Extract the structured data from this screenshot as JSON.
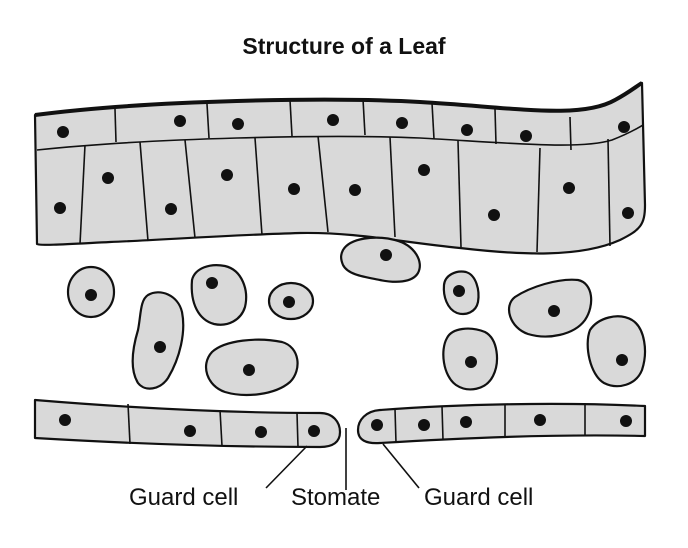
{
  "title": "Structure of a Leaf",
  "labels": {
    "guard_cell_left": "Guard cell",
    "stomate": "Stomate",
    "guard_cell_right": "Guard cell"
  },
  "colors": {
    "cell_fill": "#d9d9d9",
    "outline": "#111111",
    "nucleus": "#111111",
    "background": "#ffffff"
  }
}
